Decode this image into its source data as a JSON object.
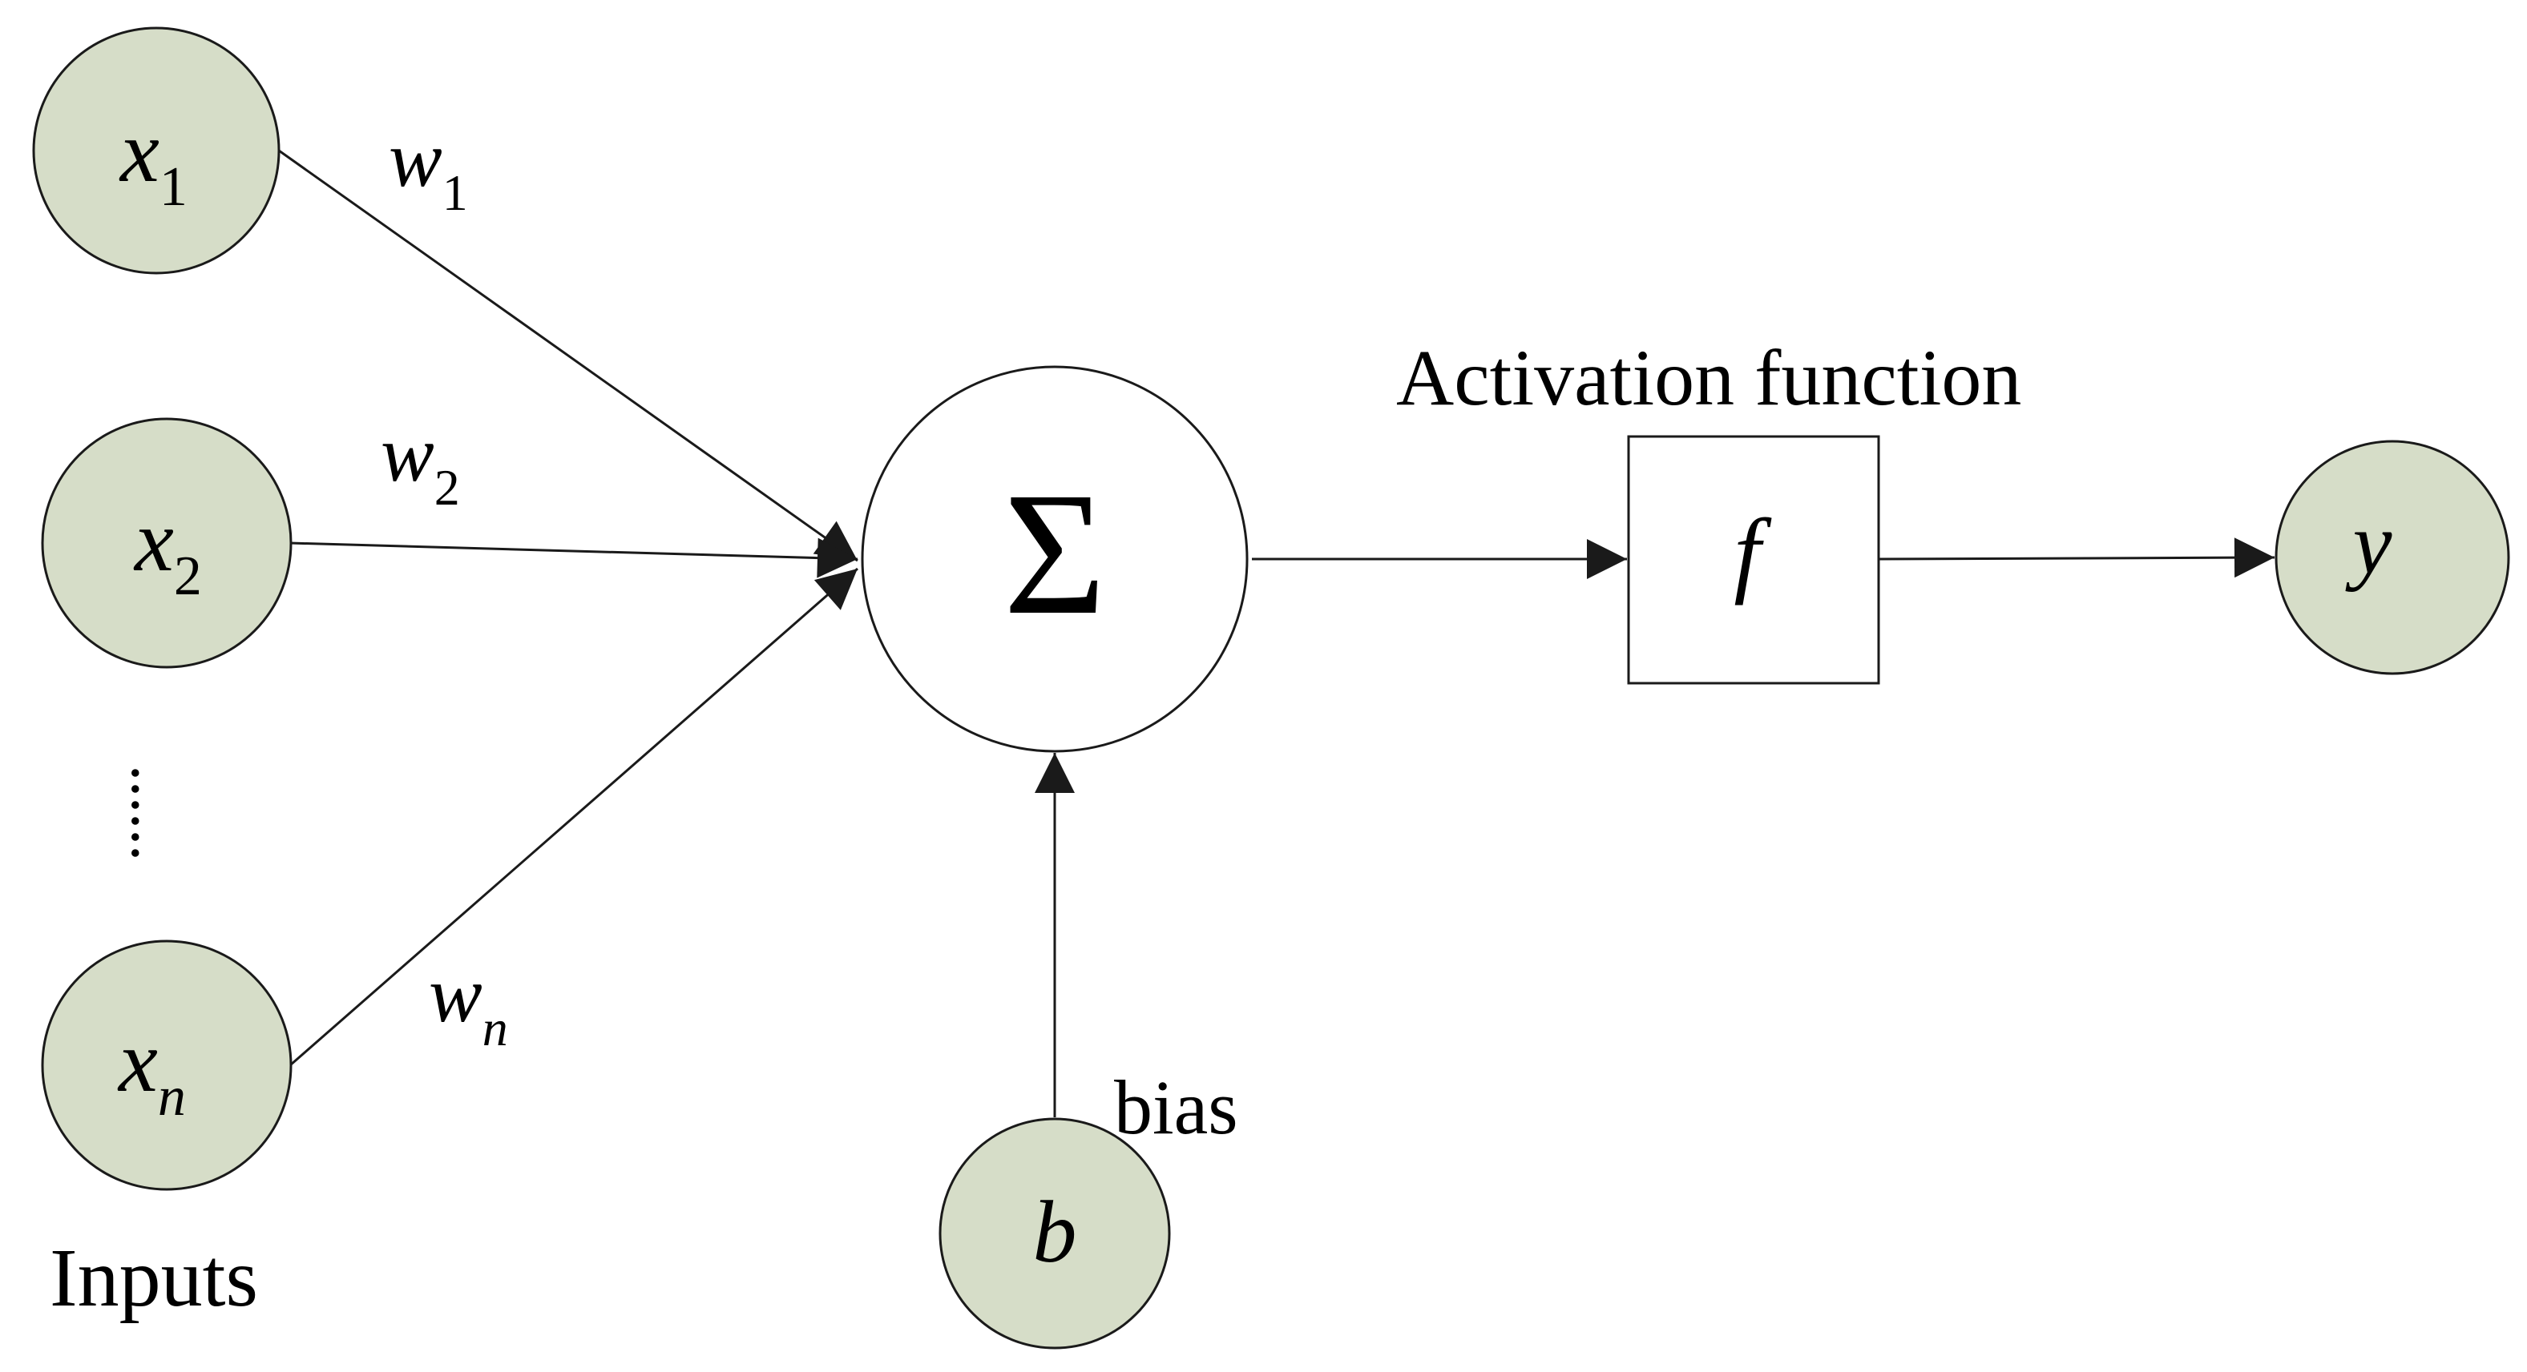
{
  "diagram": {
    "colors": {
      "node_fill": "#d6ddc8",
      "node_stroke": "#1a1a1a",
      "sum_fill": "#ffffff",
      "line": "#1a1a1a",
      "text": "#000000"
    },
    "inputs": [
      {
        "var": "x",
        "sub": "1",
        "weight_var": "w",
        "weight_sub": "1"
      },
      {
        "var": "x",
        "sub": "2",
        "weight_var": "w",
        "weight_sub": "2"
      },
      {
        "var": "x",
        "sub": "n",
        "weight_var": "w",
        "weight_sub": "n"
      }
    ],
    "ellipsis": "......",
    "inputs_label": "Inputs",
    "sum_symbol": "Σ",
    "bias_var": "b",
    "bias_label": "bias",
    "activation_label": "Activation function",
    "activation_symbol": "f",
    "output_var": "y"
  }
}
